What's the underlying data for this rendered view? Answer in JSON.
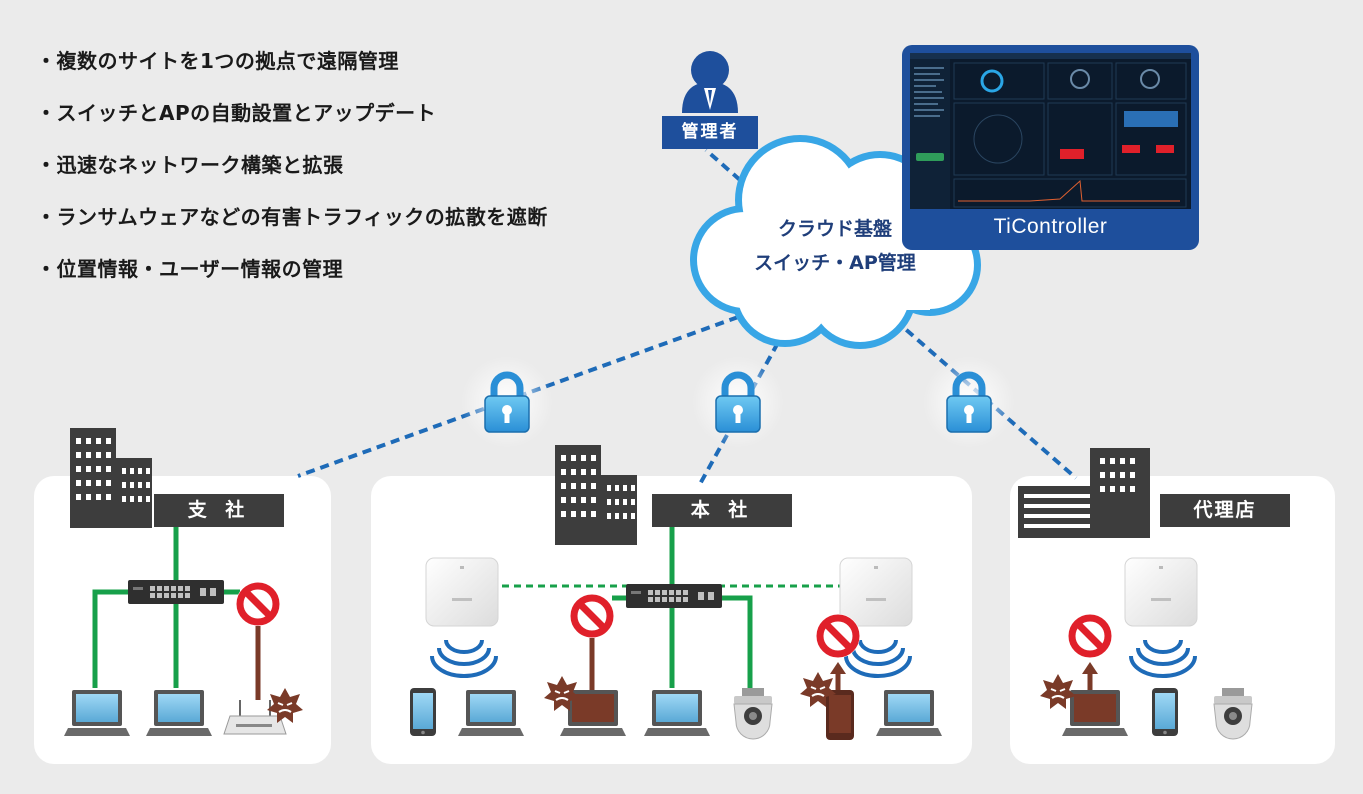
{
  "bullets": [
    "・複数のサイトを1つの拠点で遠隔管理",
    "・スイッチとAPの自動設置とアップデート",
    "・迅速なネットワーク構築と拡張",
    "・ランサムウェアなどの有害トラフィックの拡散を遮断",
    "・位置情報・ユーザー情報の管理"
  ],
  "admin": {
    "label": "管理者"
  },
  "cloud": {
    "line1": "クラウド基盤",
    "line2": "スイッチ・AP管理"
  },
  "controller": {
    "title": "TiController"
  },
  "sites": {
    "branch": {
      "label": "支 社"
    },
    "headquarters": {
      "label": "本 社"
    },
    "agency": {
      "label": "代理店"
    }
  },
  "colors": {
    "background": "#ebebeb",
    "link_blue": "#1e6bb8",
    "lan_green": "#17a04a",
    "threat_brown": "#7a3a28",
    "block_red": "#e0202a",
    "admin_blue": "#1e4f9c",
    "building_gray": "#3d3d3d"
  }
}
